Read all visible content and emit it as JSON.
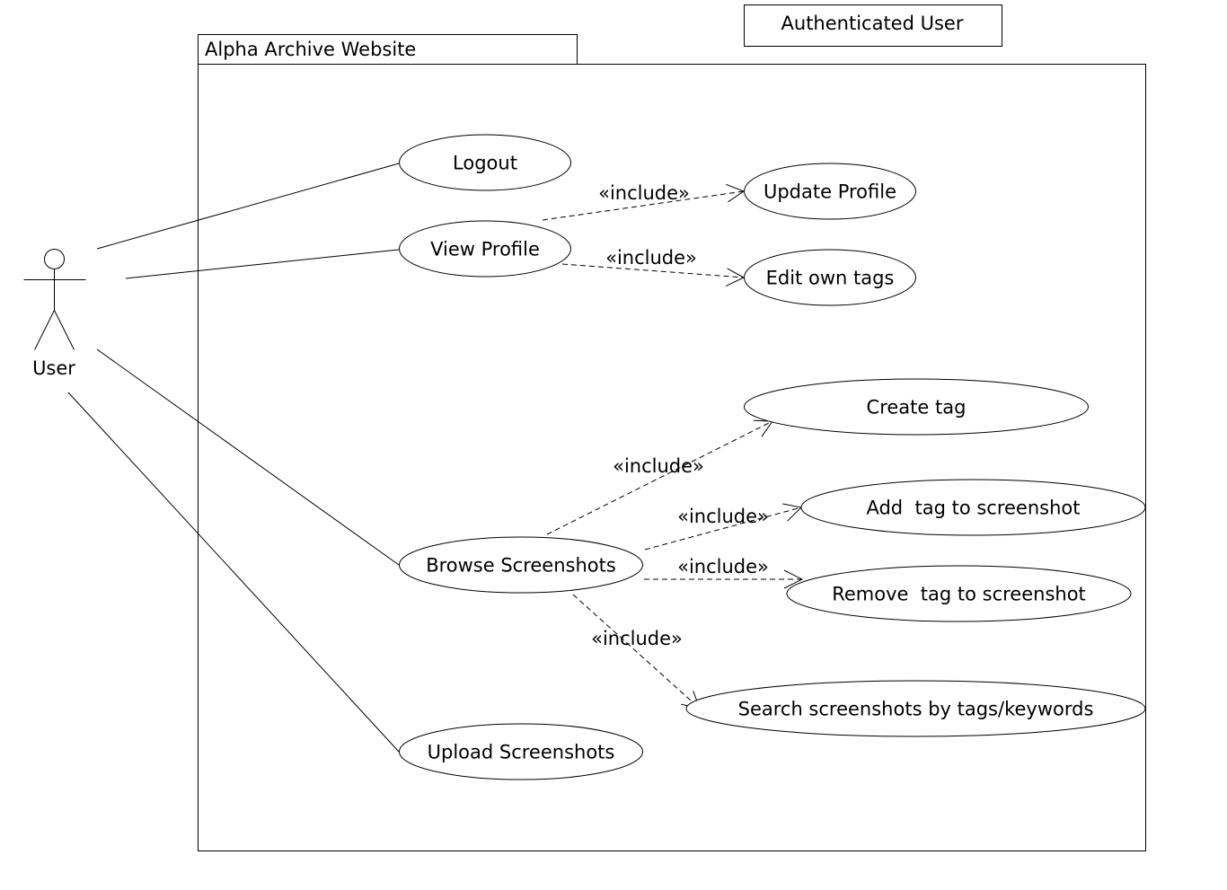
{
  "legend_box": {
    "label": "Authenticated User"
  },
  "system": {
    "name": "Alpha Archive Website"
  },
  "actor": {
    "name": "User",
    "icon": "stick-figure-icon"
  },
  "use_cases": {
    "logout": "Logout",
    "view_profile": "View Profile",
    "update_profile": "Update Profile",
    "edit_own_tags": "Edit own tags",
    "create_tag": "Create tag",
    "add_tag": "Add  tag to screenshot",
    "remove_tag": "Remove  tag to screenshot",
    "browse_screenshots": "Browse Screenshots",
    "search_screenshots": "Search screenshots by tags/keywords",
    "upload_screenshots": "Upload Screenshots"
  },
  "relationships": {
    "include_label": "«include»"
  },
  "colors": {
    "line": "#000000",
    "background": "#ffffff"
  }
}
